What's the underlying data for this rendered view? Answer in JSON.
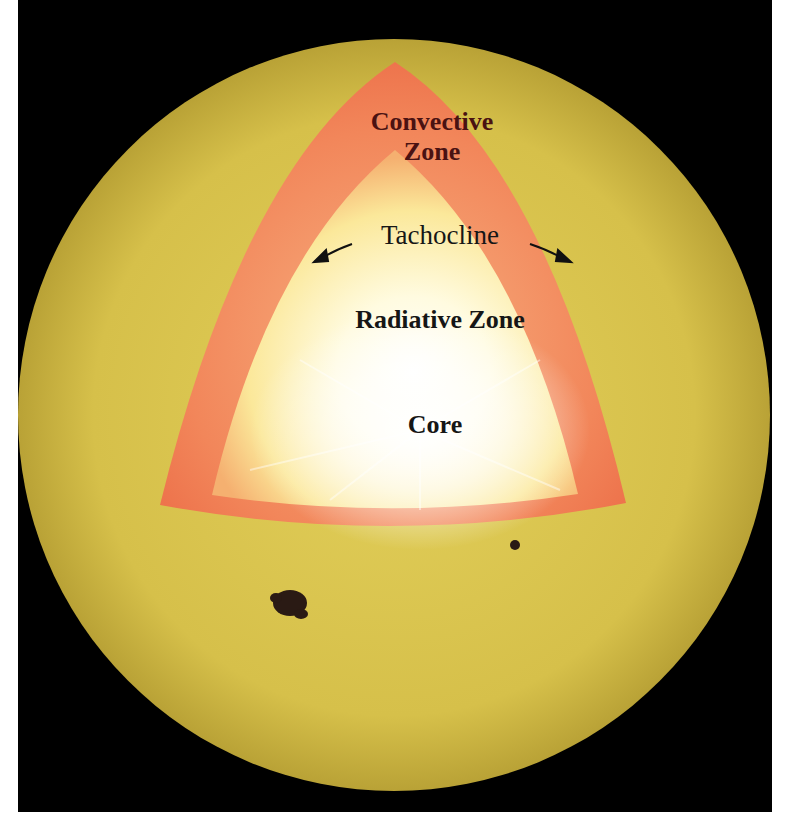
{
  "diagram": {
    "labels": [
      "Convective Zone",
      "Tachocline",
      "Radiative Zone",
      "Core"
    ]
  }
}
